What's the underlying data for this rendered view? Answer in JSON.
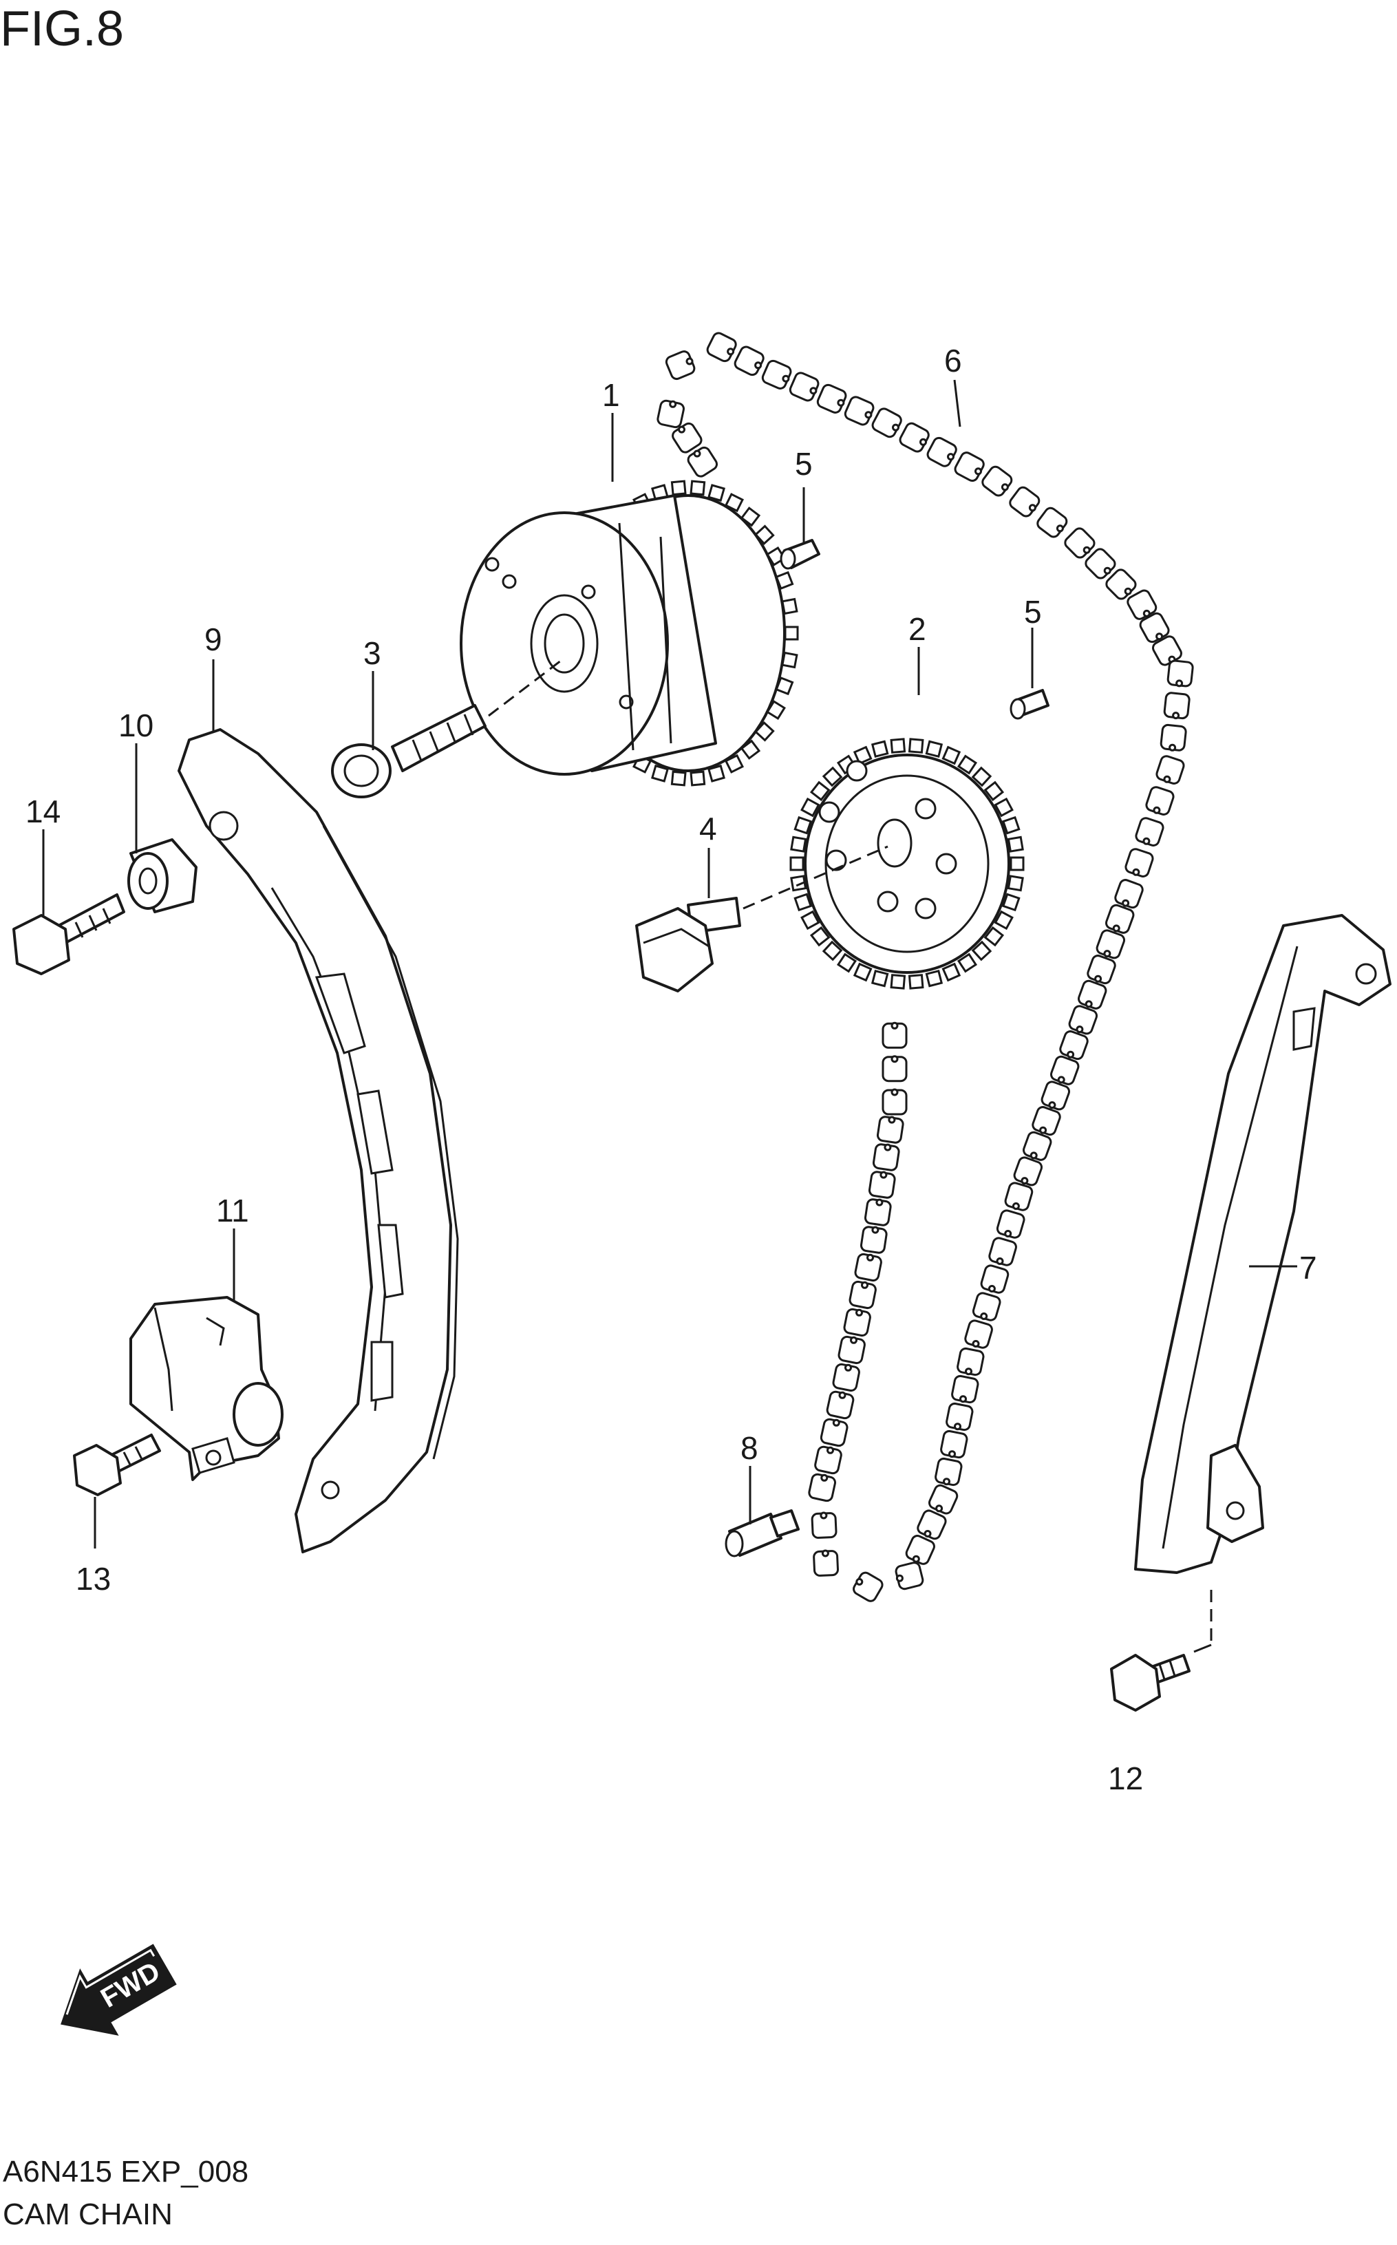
{
  "header": {
    "title": "FIG.8"
  },
  "footer": {
    "code": "A6N415 EXP_008",
    "section_name": "CAM CHAIN"
  },
  "callouts": {
    "c1": "1",
    "c2": "2",
    "c3": "3",
    "c4": "4",
    "c5a": "5",
    "c5b": "5",
    "c6": "6",
    "c7": "7",
    "c8": "8",
    "c9": "9",
    "c10": "10",
    "c11": "11",
    "c12": "12",
    "c13": "13",
    "c14": "14"
  },
  "fwd_arrow": {
    "label": "FWD",
    "icon": "fwd-arrow-icon"
  }
}
